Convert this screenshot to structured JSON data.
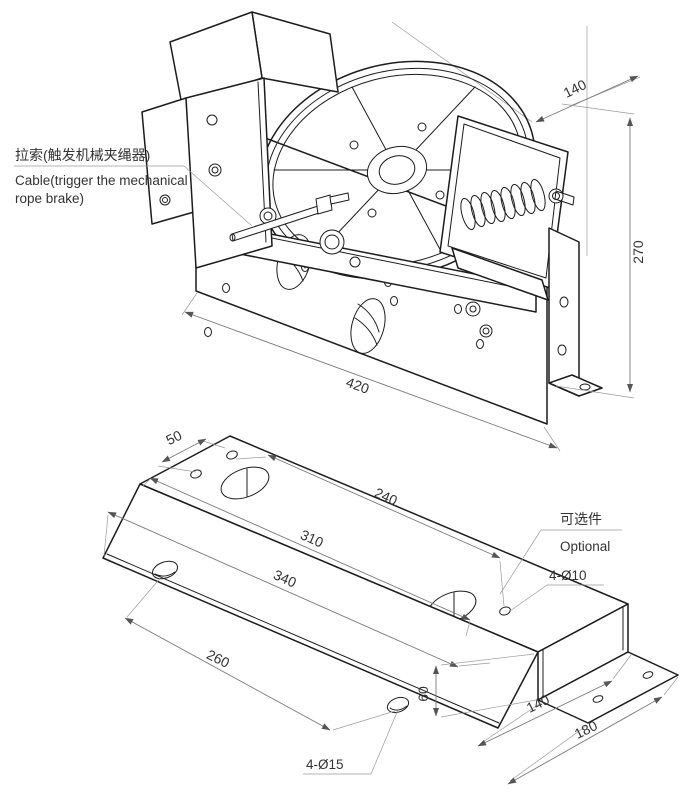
{
  "drawing": {
    "cable_label": {
      "cn": "拉索(触发机械夹绳器)",
      "en_line1": "Cable(trigger the mechanical",
      "en_line2": "rope brake)"
    },
    "optional_label": {
      "cn": "可选件",
      "en": "Optional"
    },
    "hole_labels": {
      "bracket_top_holes": "4-Ø10",
      "bracket_base_holes": "4-Ø15"
    },
    "device_dims": {
      "depth": "140",
      "height": "270",
      "width": "420"
    },
    "bracket_dims": {
      "edge_offset": "50",
      "hole_span_inner": "240",
      "hole_span_mid": "310",
      "top_length": "340",
      "base_hole_span": "260",
      "web_height": "60",
      "flange_width": "140",
      "base_width": "180"
    },
    "colors": {
      "object_line": "#1c1c1c",
      "dim_line": "#7a7a7a",
      "text": "#333333",
      "background": "#ffffff"
    }
  }
}
